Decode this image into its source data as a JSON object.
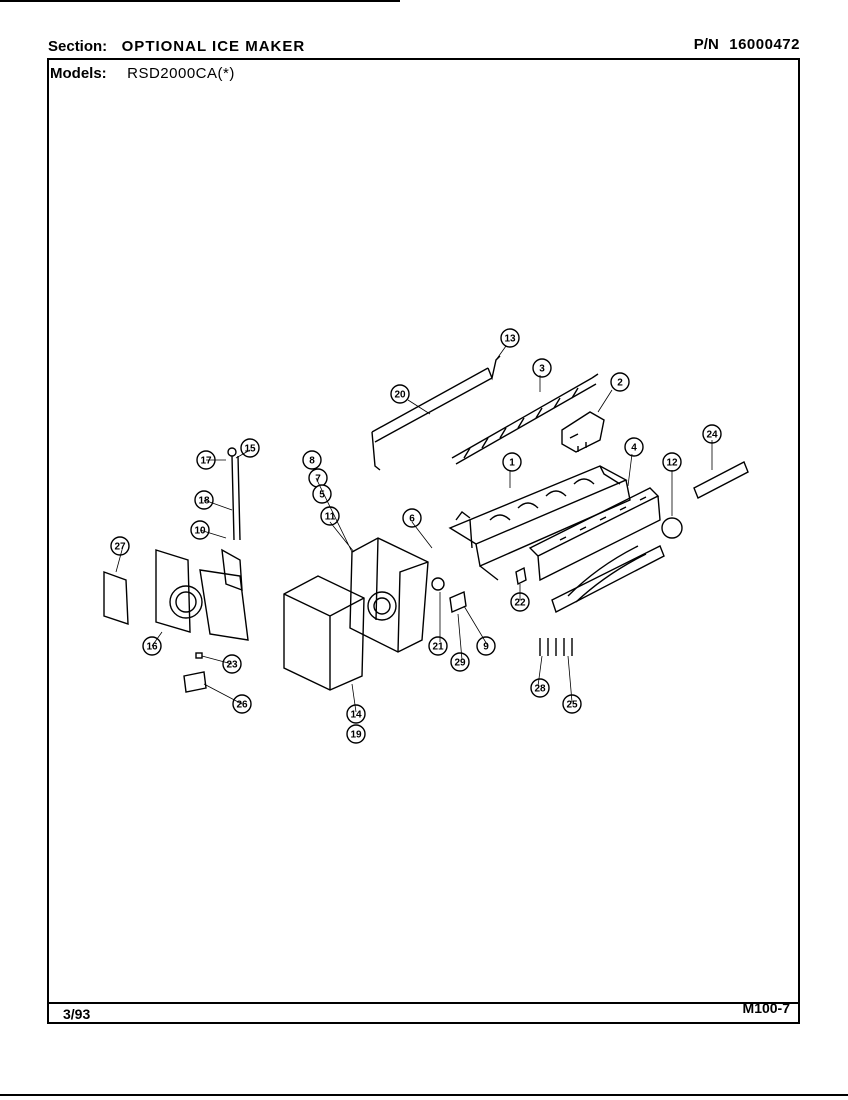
{
  "header": {
    "section_label": "Section:",
    "section_value": "OPTIONAL ICE MAKER",
    "pn_label": "P/N",
    "pn_value": "16000472",
    "models_label": "Models:",
    "models_value": "RSD2000CA(*)"
  },
  "footer": {
    "date": "3/93",
    "code": "M100-7"
  },
  "callouts": [
    "13",
    "3",
    "2",
    "20",
    "24",
    "4",
    "12",
    "1",
    "17",
    "15",
    "8",
    "7",
    "5",
    "11",
    "6",
    "18",
    "10",
    "27",
    "22",
    "16",
    "23",
    "21",
    "19",
    "9",
    "26",
    "28",
    "25",
    "14",
    "29"
  ]
}
